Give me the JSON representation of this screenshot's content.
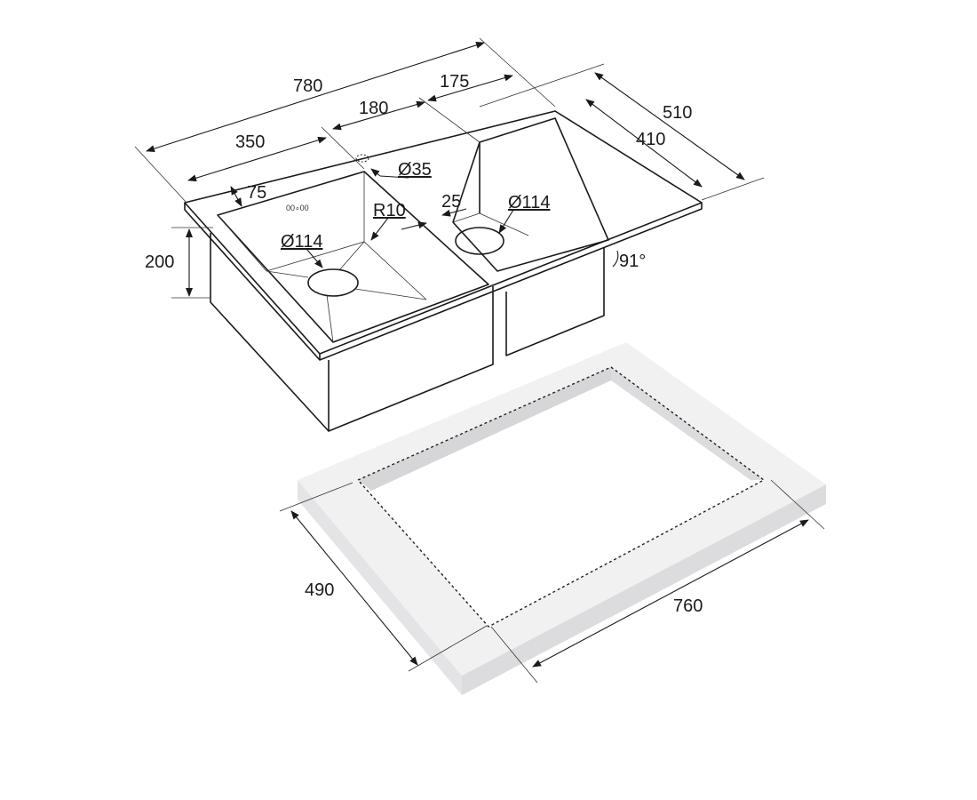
{
  "diagram": {
    "sink": {
      "dimensions": {
        "overall_length": "780",
        "left_bowl_width": "350",
        "center_offset": "180",
        "right_offset": "175",
        "overall_depth": "510",
        "inner_depth": "410",
        "rim_width": "75",
        "tap_hole": "Ø35",
        "corner_radius": "R10",
        "divider": "25",
        "right_drain": "Ø114",
        "left_drain": "Ø114",
        "bowl_depth": "200",
        "wall_angle": "91°"
      },
      "logo_text": "00∘00"
    },
    "cutout": {
      "depth": "490",
      "length": "760"
    },
    "colors": {
      "line": "#1a1a1a",
      "slab_top": "#f1f1f2",
      "slab_side": "#dcdcde",
      "slab_inner": "#d6d6d8"
    }
  }
}
